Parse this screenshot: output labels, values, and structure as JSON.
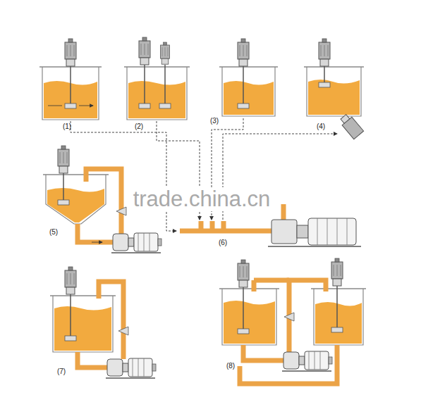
{
  "diagram": {
    "labels": [
      "(1)",
      "(2)",
      "(3)",
      "(4)",
      "(5)",
      "(6)",
      "(7)",
      "(8)",
      "trade.china.cn"
    ]
  }
}
